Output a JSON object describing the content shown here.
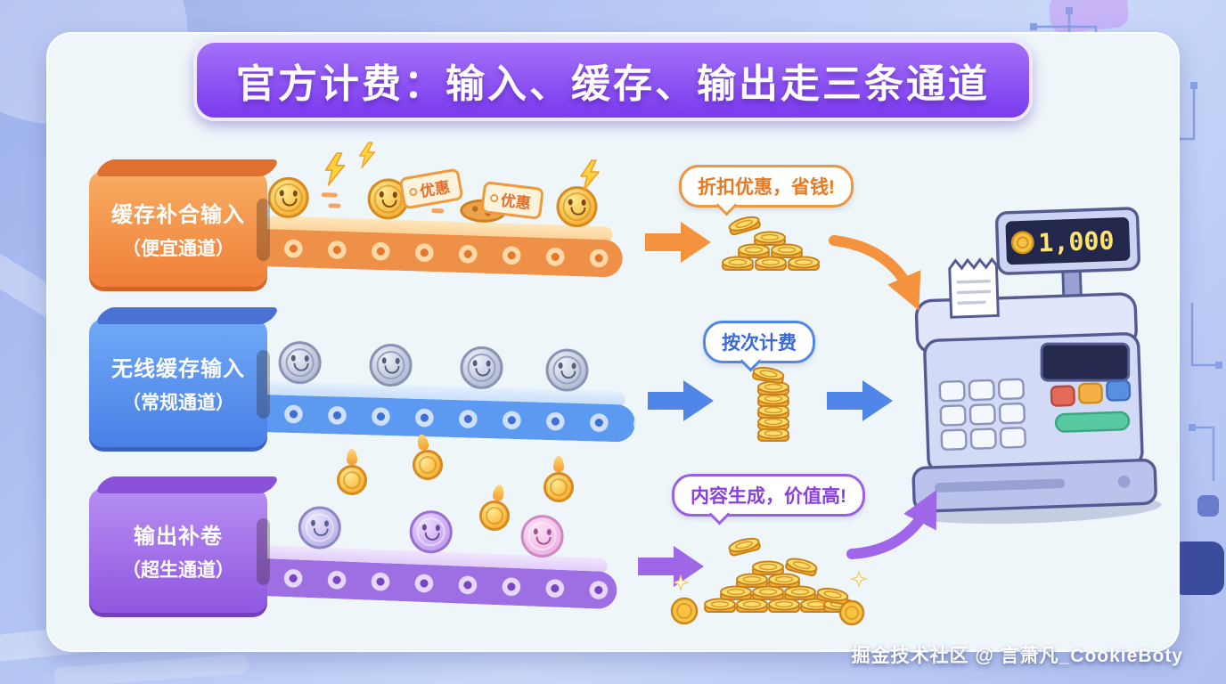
{
  "title": "官方计费：输入、缓存、输出走三条通道",
  "lanes": [
    {
      "label_line1": "缓存补合输入",
      "label_line2": "（便宜通道）",
      "bubble": "折扣优惠，省钱!",
      "channel_color": "#f5923e"
    },
    {
      "label_line1": "无线缓存输入",
      "label_line2": "（常规通道）",
      "bubble": "按次计费",
      "channel_color": "#4f86e8"
    },
    {
      "label_line1": "输出补卷",
      "label_line2": "（超生通道）",
      "bubble": "内容生成，价值高!",
      "channel_color": "#9a5fe8"
    }
  ],
  "discount_tags": [
    "优惠",
    "优惠"
  ],
  "register": {
    "display": "1,000"
  },
  "watermark": "掘金技术社区 @ 言萧凡_CookieBoty"
}
